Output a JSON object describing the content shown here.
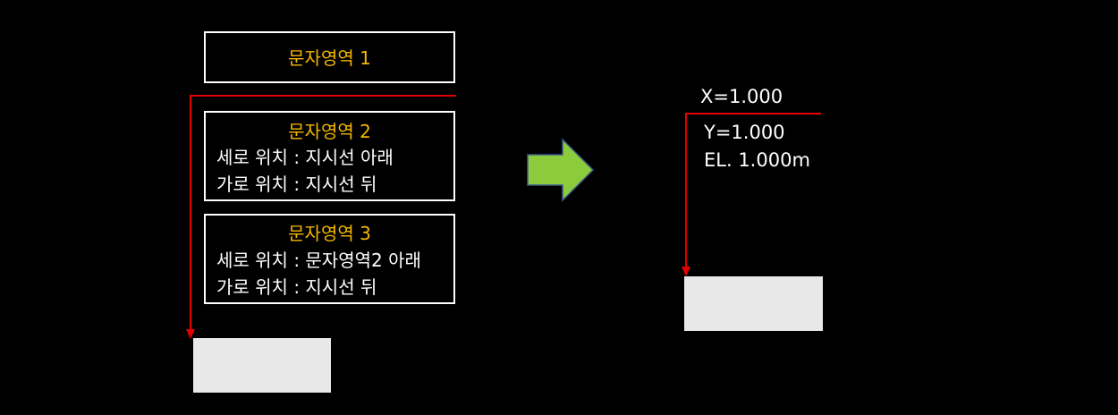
{
  "left_diagram": {
    "box1": {
      "title": "문자영역 1"
    },
    "box2": {
      "title": "문자영역 2",
      "line1": "세로 위치 : 지시선 아래",
      "line2": "가로 위치 : 지시선 뒤"
    },
    "box3": {
      "title": "문자영역 3",
      "line1": "세로 위치 : 문자영역2 아래",
      "line2": "가로 위치 : 지시선 뒤"
    }
  },
  "right_diagram": {
    "x_label": "X=1.000",
    "y_label": "Y=1.000",
    "el_label": "EL. 1.000m"
  },
  "colors": {
    "background": "#000000",
    "title_accent": "#f5b700",
    "leader_line": "#e00000",
    "arrow_fill": "#8ccc3c",
    "arrow_stroke": "#3a5a8c",
    "target_rect": "#e8e8e8"
  }
}
